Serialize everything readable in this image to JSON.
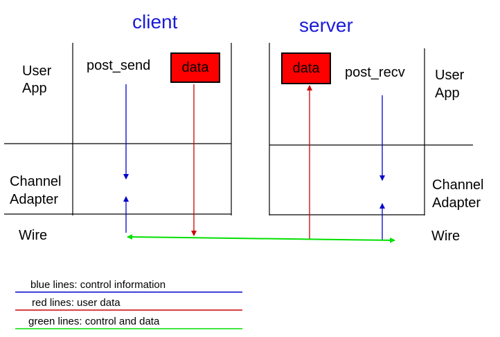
{
  "client": {
    "title": "client",
    "user_app": "User\nApp",
    "verb": "post_send",
    "data_box": "data",
    "channel_adapter": "Channel\nAdapter",
    "wire": "Wire"
  },
  "server": {
    "title": "server",
    "user_app": "User\nApp",
    "verb": "post_recv",
    "data_box": "data",
    "channel_adapter": "Channel\nAdapter",
    "wire": "Wire"
  },
  "legend": [
    {
      "text": "blue lines: control information",
      "color": "#0000cc"
    },
    {
      "text": "red lines: user data",
      "color": "#cc0000"
    },
    {
      "text": "green lines: control and data",
      "color": "#00e000"
    }
  ],
  "colors": {
    "title": "#1a1ad8",
    "box": "#ff0000"
  }
}
